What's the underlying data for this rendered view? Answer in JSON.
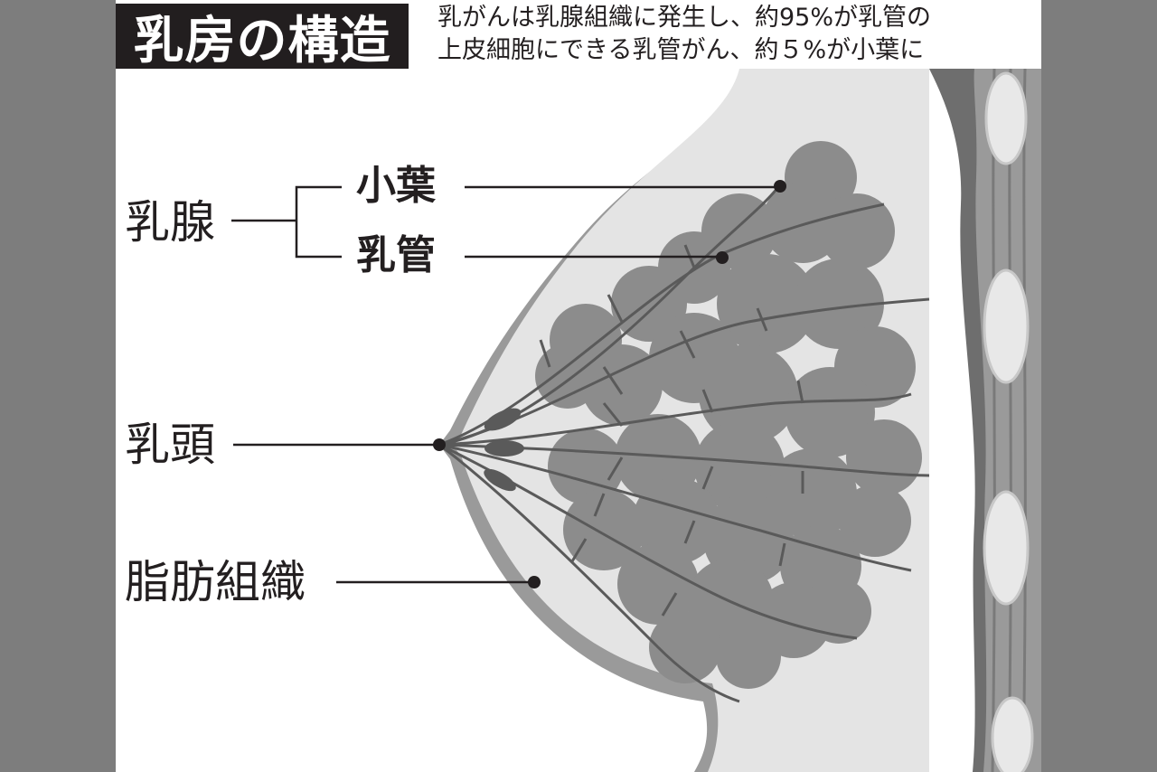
{
  "title": "乳房の構造",
  "subtitle": {
    "line1": "乳がんは乳腺組織に発生し、約95%が乳管の",
    "line2": "上皮細胞にできる乳管がん、約５%が小葉に"
  },
  "labels": {
    "gland": "乳腺",
    "lobule": "小葉",
    "duct": "乳管",
    "nipple": "乳頭",
    "fat": "脂肪組織"
  },
  "colors": {
    "background": "#7d7d7d",
    "panel": "#ffffff",
    "title_bg": "#221e1f",
    "ink": "#231f20",
    "gland": "#8c8c8c",
    "muscle": "#6e6e6e"
  }
}
